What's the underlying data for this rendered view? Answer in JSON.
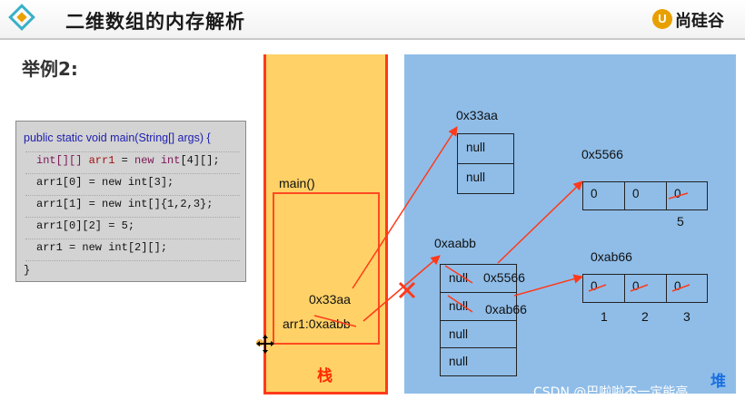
{
  "header": {
    "title": "二维数组的内存解析",
    "brand_icon": "U",
    "brand_name": "尚硅谷",
    "logo_icon": "diamond-logo-icon"
  },
  "example_label": "举例2:",
  "code": {
    "line1": "public static void main(String[] args) {",
    "line2_a": "int[][] ",
    "line2_b": "arr1",
    "line2_c": " = ",
    "line2_d": "new int",
    "line2_e": "[4][];",
    "line3": "arr1[0] = new int[3];",
    "line4": "arr1[1] = new int[]{1,2,3};",
    "line5": "arr1[0][2] = 5;",
    "line6": "arr1 = new int[2][];",
    "line7": "}"
  },
  "stack": {
    "label": "栈",
    "frame_label": "main()",
    "var_old_addr": "0x33aa",
    "var_entry": "arr1:0xaabb"
  },
  "heap": {
    "label": "堆",
    "arr_33aa": {
      "addr": "0x33aa",
      "cells": [
        "null",
        "null"
      ]
    },
    "arr_aabb": {
      "addr": "0xaabb",
      "cells": [
        "null",
        "null",
        "null",
        "null"
      ],
      "cell0_ref": "0x5566",
      "cell1_ref": "0xab66"
    },
    "arr_5566": {
      "addr": "0x5566",
      "cells": [
        "0",
        "0",
        "0"
      ],
      "new_value": "5"
    },
    "arr_ab66": {
      "addr": "0xab66",
      "cells": [
        "0",
        "0",
        "0"
      ],
      "new_values": [
        "1",
        "2",
        "3"
      ]
    }
  },
  "colors": {
    "stack_fill": "#ffd166",
    "heap_fill": "#8fbde8",
    "arrow": "#ff3a1a",
    "stack_label": "#ff2a00",
    "heap_label": "#1a6fe0"
  },
  "watermark": "CSDN @巴啦啦不一定能亮"
}
